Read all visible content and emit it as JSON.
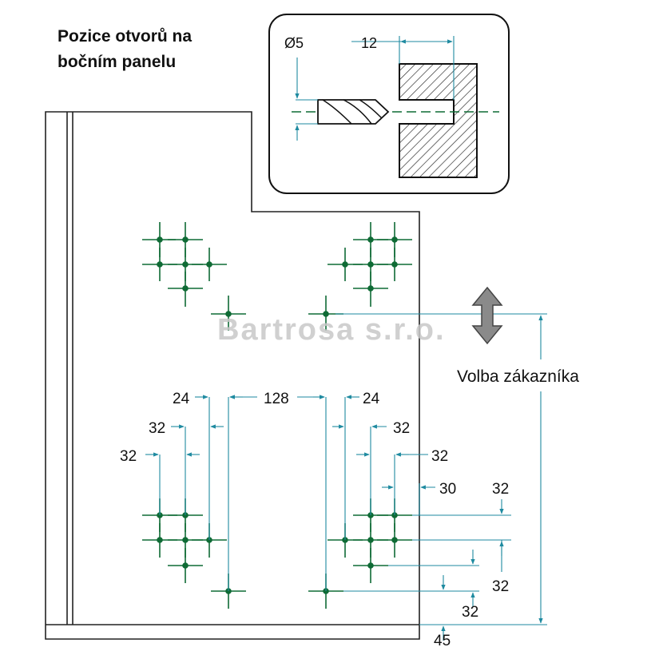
{
  "title": {
    "line1": "Pozice otvorů na",
    "line2": "bočním panelu"
  },
  "watermark": "Bartrosa s.r.o.",
  "customer_choice": "Volba zákazníka",
  "detail": {
    "diameter": "Ø5",
    "depth": "12"
  },
  "dimensions": {
    "d24_left": "24",
    "d128": "128",
    "d24_right": "24",
    "d32_left_upper": "32",
    "d32_left_lower": "32",
    "d32_right_upper": "32",
    "d32_right_lower": "32",
    "d30": "30",
    "d32_vertical_top": "32",
    "d32_vertical_mid": "32",
    "d32_vertical_bottom": "32",
    "d45": "45"
  },
  "colors": {
    "hole": "#0f6b35",
    "dimension": "#1e8aa0",
    "line": "#222222",
    "watermark": "#c8c8c8"
  },
  "icons": {
    "arrow": "up-down-arrow-icon",
    "drill": "drill-bit-icon"
  }
}
